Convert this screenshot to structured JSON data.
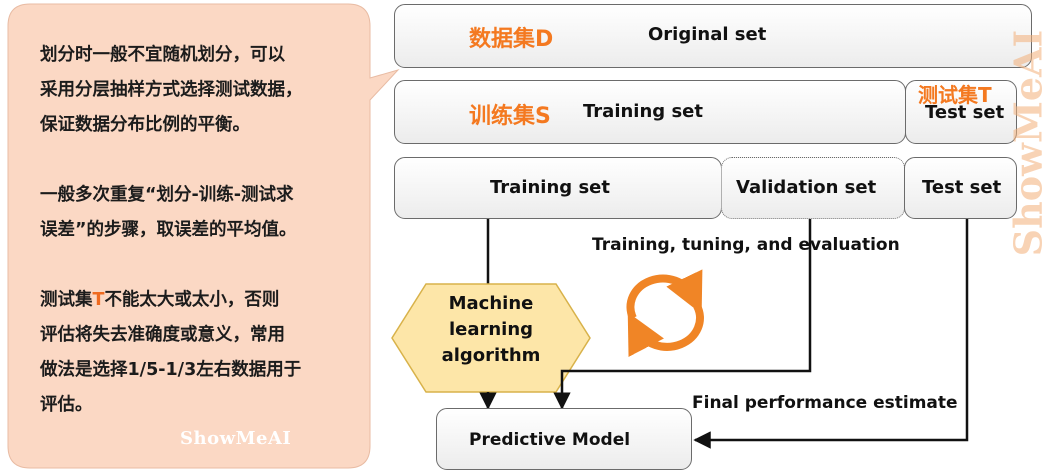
{
  "callout": {
    "para1": "划分时一般不宜随机划分，可以\n采用分层抽样方式选择测试数据，\n保证数据分布比例的平衡。",
    "para2": "一般多次重复“划分-训练-测试求\n误差”的步骤，取误差的平均值。",
    "para3_prefix": "测试集",
    "para3_highlight": "T",
    "para3_rest": "不能太大或太小，否则\n评估将失去准确度或意义，常用\n做法是选择1/5-1/3左右数据用于\n评估。",
    "logo": "ShowMeAI"
  },
  "row1": {
    "cn": "数据集D",
    "label": "Original set"
  },
  "row2": {
    "cn": "训练集S",
    "label": "Training set",
    "test_cn": "测试集T",
    "test_label": "Test set"
  },
  "row3": {
    "train": "Training set",
    "validation": "Validation set",
    "test": "Test set"
  },
  "cycle_text": "Training, tuning, and evaluation",
  "algorithm": "Machine\nlearning\nalgorithm",
  "final_text": "Final performance estimate",
  "model": "Predictive Model",
  "watermark": "ShowMeAI",
  "colors": {
    "callout_fill": "#fbd8c4",
    "accent": "#f47920",
    "hex_fill": "#fde6a8",
    "hex_stroke": "#d8b24a",
    "box_border": "#6b6b6b"
  }
}
